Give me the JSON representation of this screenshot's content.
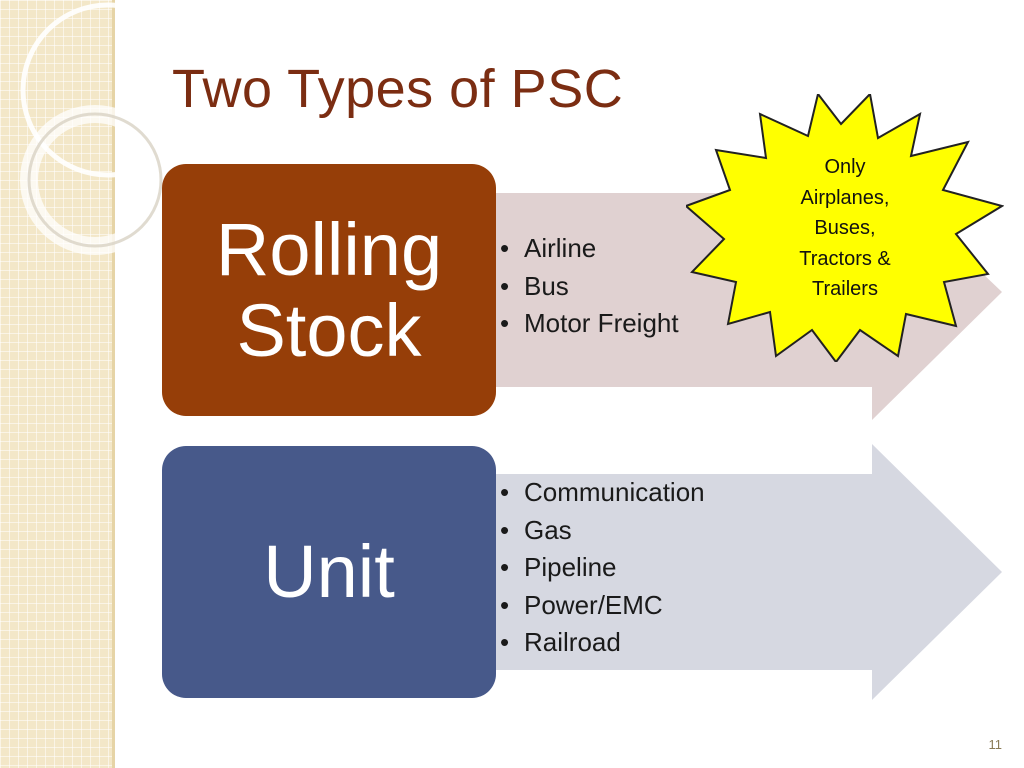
{
  "slide": {
    "title": "Two Types of PSC",
    "number": "11"
  },
  "rolling_stock": {
    "label_line1": "Rolling",
    "label_line2": "Stock",
    "items": [
      "Airline",
      "Bus",
      "Motor Freight"
    ],
    "box_color": "#963e08",
    "arrow_color": "#e0d1d1"
  },
  "unit": {
    "label": "Unit",
    "items": [
      "Communication",
      "Gas",
      "Pipeline",
      "Power/EMC",
      "Railroad"
    ],
    "box_color": "#47598a",
    "arrow_color": "#d6d8e1"
  },
  "callout": {
    "lines": [
      "Only",
      "Airplanes,",
      "Buses,",
      "Tractors &",
      "Trailers"
    ],
    "fill_color": "#ffff00",
    "shape": "starburst"
  },
  "colors": {
    "title": "#7b2d12",
    "side_band": "#f3e7c8"
  }
}
